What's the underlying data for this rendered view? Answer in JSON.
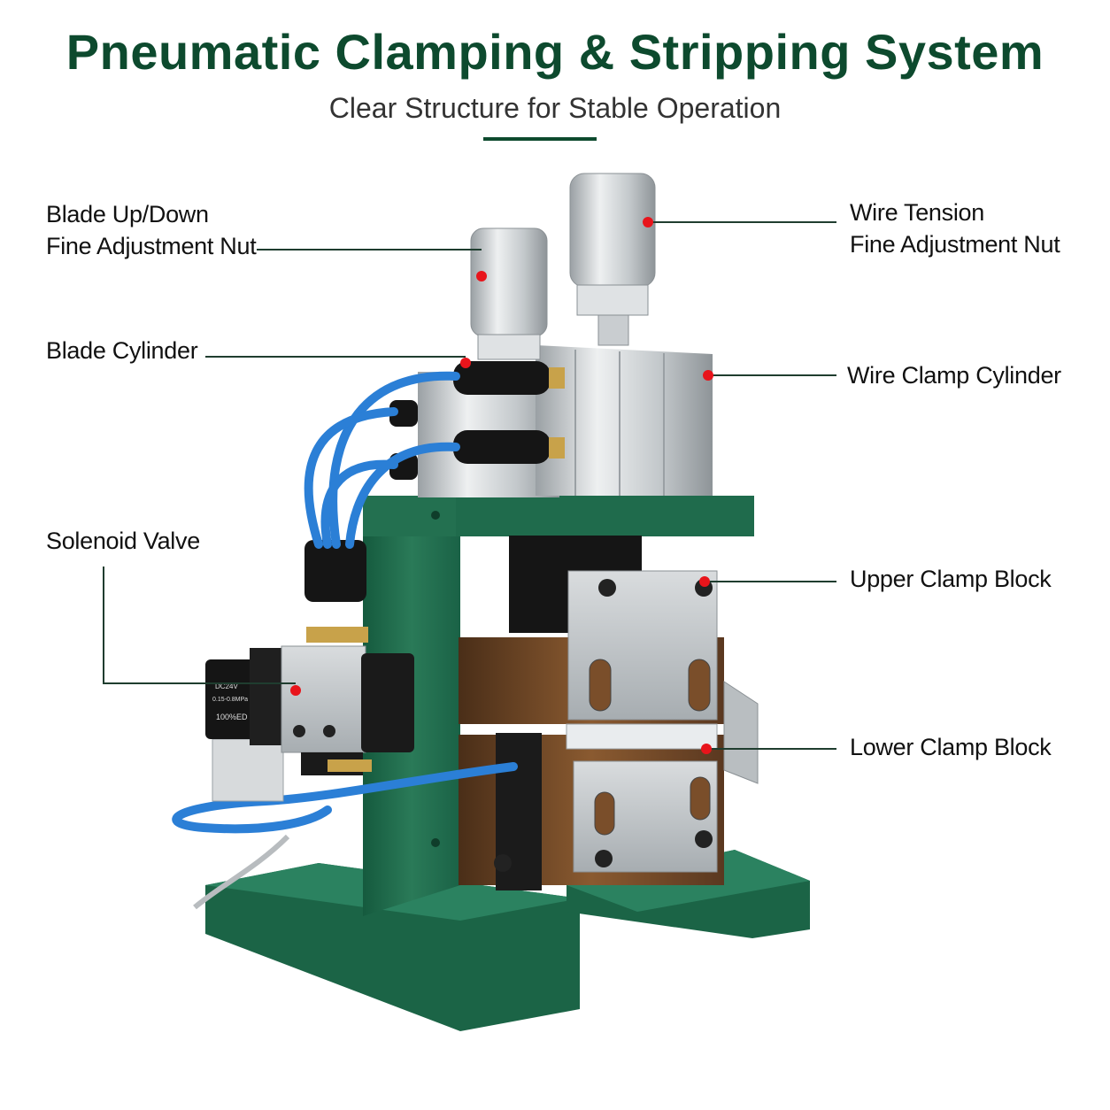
{
  "header": {
    "title": "Pneumatic Clamping & Stripping System",
    "subtitle": "Clear Structure for Stable Operation"
  },
  "callouts": {
    "blade_nut": [
      "Blade Up/Down",
      "Fine Adjustment Nut"
    ],
    "blade_cylinder": [
      "Blade Cylinder"
    ],
    "solenoid_valve": [
      "Solenoid Valve"
    ],
    "tension_nut": [
      "Wire Tension",
      "Fine Adjustment Nut"
    ],
    "clamp_cylinder": [
      "Wire Clamp Cylinder"
    ],
    "upper_clamp": [
      "Upper Clamp Block"
    ],
    "lower_clamp": [
      "Lower Clamp Block"
    ]
  },
  "valve_print": [
    "DC24V",
    "0.15-0.8MPa",
    "100%ED"
  ],
  "colors": {
    "title": "#0d4a2e",
    "subtitle": "#333333",
    "accent_line": "#0d4a2e",
    "leader_line": "#1f3d2f",
    "marker_dot": "#e8141b",
    "machine_green": "#1f6b4c",
    "aluminium": "#c9cdd0",
    "copper": "#6b4424",
    "tube_blue": "#2b7fd6"
  }
}
